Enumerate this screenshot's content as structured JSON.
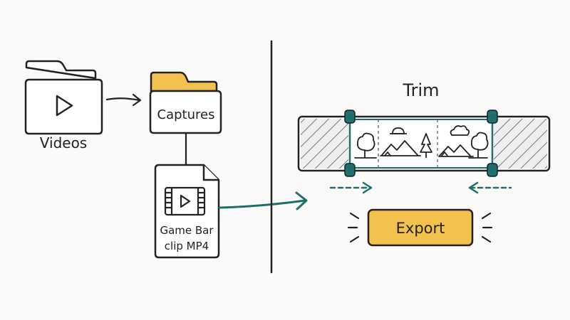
{
  "labels": {
    "videos": "Videos",
    "captures": "Captures",
    "clip_line1": "Game Bar",
    "clip_line2": "clip MP4",
    "trim": "Trim",
    "export": "Export"
  },
  "colors": {
    "ink": "#222222",
    "folder_yellow": "#f2c14e",
    "teal": "#1f6f6b",
    "export_yellow": "#f2c14e",
    "hatch_fill": "#eceeee",
    "background": "#fbfaf8"
  },
  "icons": [
    "folder-icon",
    "play-icon",
    "film-strip-icon",
    "tree-icon",
    "mountain-icon",
    "cloud-icon"
  ]
}
